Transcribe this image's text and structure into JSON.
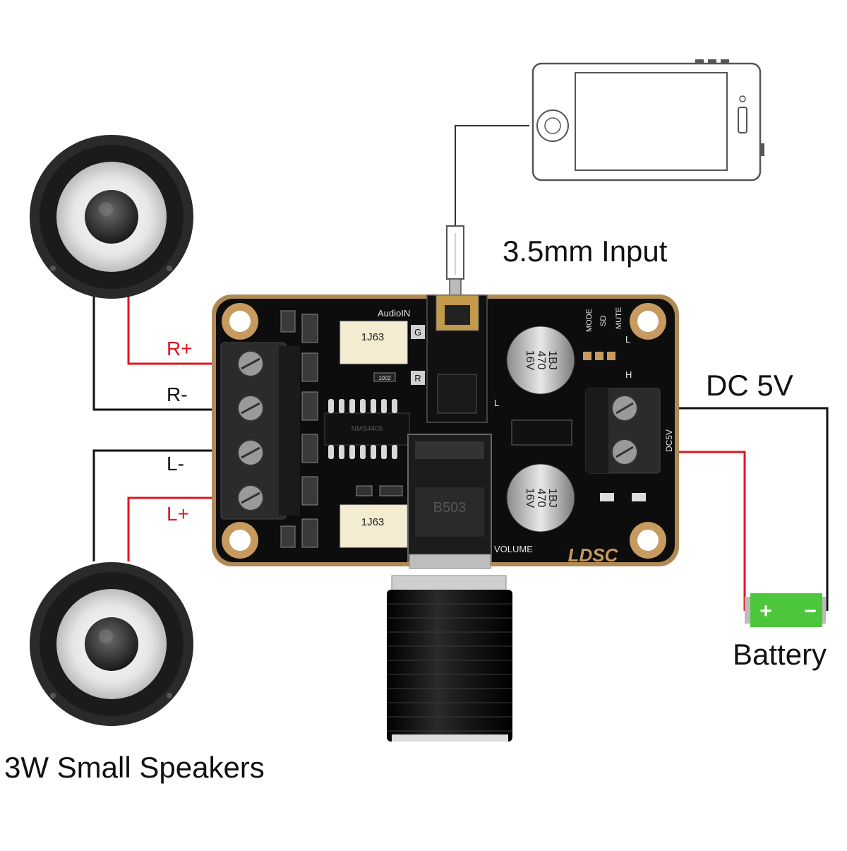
{
  "labels": {
    "input": "3.5mm Input",
    "dc": "DC 5V",
    "battery": "Battery",
    "speakers": "3W Small Speakers",
    "r_plus": "R+",
    "r_minus": "R-",
    "l_minus": "L-",
    "l_plus": "L+"
  },
  "board": {
    "audio_in": "AudioIN",
    "g": "G",
    "r": "R",
    "l": "L",
    "mode": "MODE",
    "sd": "SD",
    "mute": "MUTE",
    "h": "H",
    "l2": "L",
    "dc5v": "DC5V",
    "volume": "VOLUME",
    "brand": "LDSC",
    "relay1": "1J63",
    "relay2": "1J63",
    "cap1_line1": "1BJ",
    "cap1_line2": "470",
    "cap1_line3": "16V",
    "cap2_line1": "1BJ",
    "cap2_line2": "470",
    "cap2_line3": "16V",
    "chip_main": "NMS4406",
    "chip_bottom": "B503",
    "resistor": "1002"
  },
  "battery_terminals": {
    "plus": "+",
    "minus": "−"
  },
  "colors": {
    "wire_red": "#e0141e",
    "wire_black": "#111111",
    "pcb": "#0d0d0d",
    "pcb_edge": "#b08a55",
    "battery": "#4cc63a"
  }
}
